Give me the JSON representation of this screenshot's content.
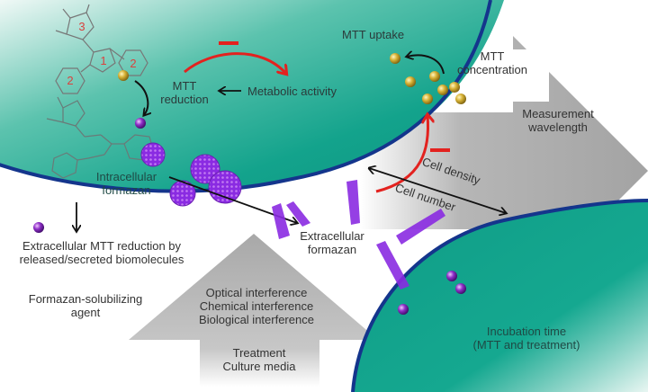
{
  "figure": {
    "colors": {
      "cell_fill": "#13a38c",
      "cell_border": "#14358c",
      "arrow_grey": "#a9a9a9",
      "inhibit_red": "#e3221f",
      "mtt_gold": "#c9a52a",
      "formazan_purple": "#8a2be2"
    },
    "molecule": {
      "ring_labels": [
        "3",
        "1",
        "2",
        "2"
      ]
    },
    "labels": {
      "mtt_reduction": [
        "MTT",
        "reduction"
      ],
      "metabolic_activity": "Metabolic activity",
      "mtt_uptake": "MTT uptake",
      "mtt_concentration": [
        "MTT",
        "concentration"
      ],
      "measurement_wavelength": [
        "Measurement",
        "wavelength"
      ],
      "intracellular_formazan": [
        "Intracellular",
        "formazan"
      ],
      "cell_density": "Cell density",
      "cell_number": "Cell number",
      "extracellular_formazan": [
        "Extracellular",
        "formazan"
      ],
      "extracellular_mtt_reduction": [
        "Extracellular MTT reduction by",
        "released/secreted biomolecules"
      ],
      "solubilizing_agent": [
        "Formazan-solubilizing",
        "agent"
      ],
      "interference": [
        "Optical interference",
        "Chemical interference",
        "Biological interference"
      ],
      "treatment": [
        "Treatment",
        "Culture media"
      ],
      "incubation_time": [
        "Incubation time",
        "(MTT and treatment)"
      ],
      "inhibit_symbol": "−"
    }
  }
}
